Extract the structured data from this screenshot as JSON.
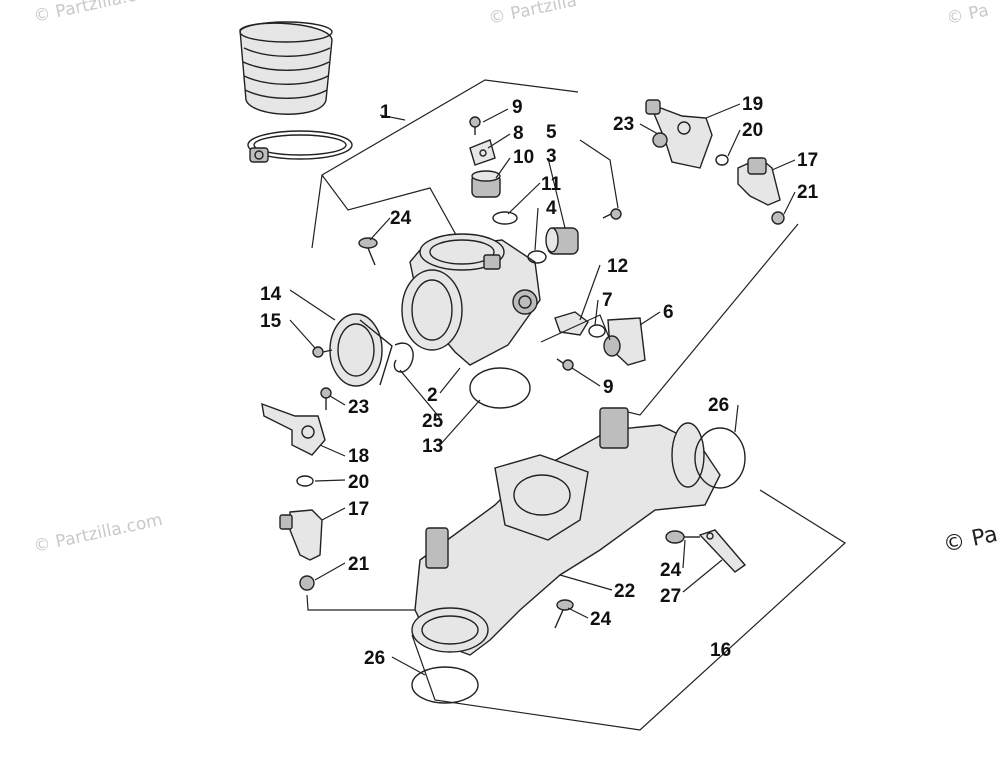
{
  "watermark": {
    "text": "© Partzilla.com",
    "truncated_right": "© Pa",
    "truncated_top_left": "© Partzilla.c",
    "truncated_top_mid": "© Partzilla",
    "truncated_top_right": "© Pa"
  },
  "callouts": {
    "c1": "1",
    "c2": "2",
    "c3": "3",
    "c4": "4",
    "c5": "5",
    "c6": "6",
    "c7": "7",
    "c8": "8",
    "c9a": "9",
    "c9b": "9",
    "c10": "10",
    "c11": "11",
    "c12": "12",
    "c13": "13",
    "c14": "14",
    "c15": "15",
    "c16": "16",
    "c17a": "17",
    "c17b": "17",
    "c18": "18",
    "c19": "19",
    "c20a": "20",
    "c20b": "20",
    "c21a": "21",
    "c21b": "21",
    "c22": "22",
    "c23a": "23",
    "c23b": "23",
    "c24a": "24",
    "c24b": "24",
    "c24c": "24",
    "c25": "25",
    "c26a": "26",
    "c26b": "26",
    "c27": "27"
  }
}
